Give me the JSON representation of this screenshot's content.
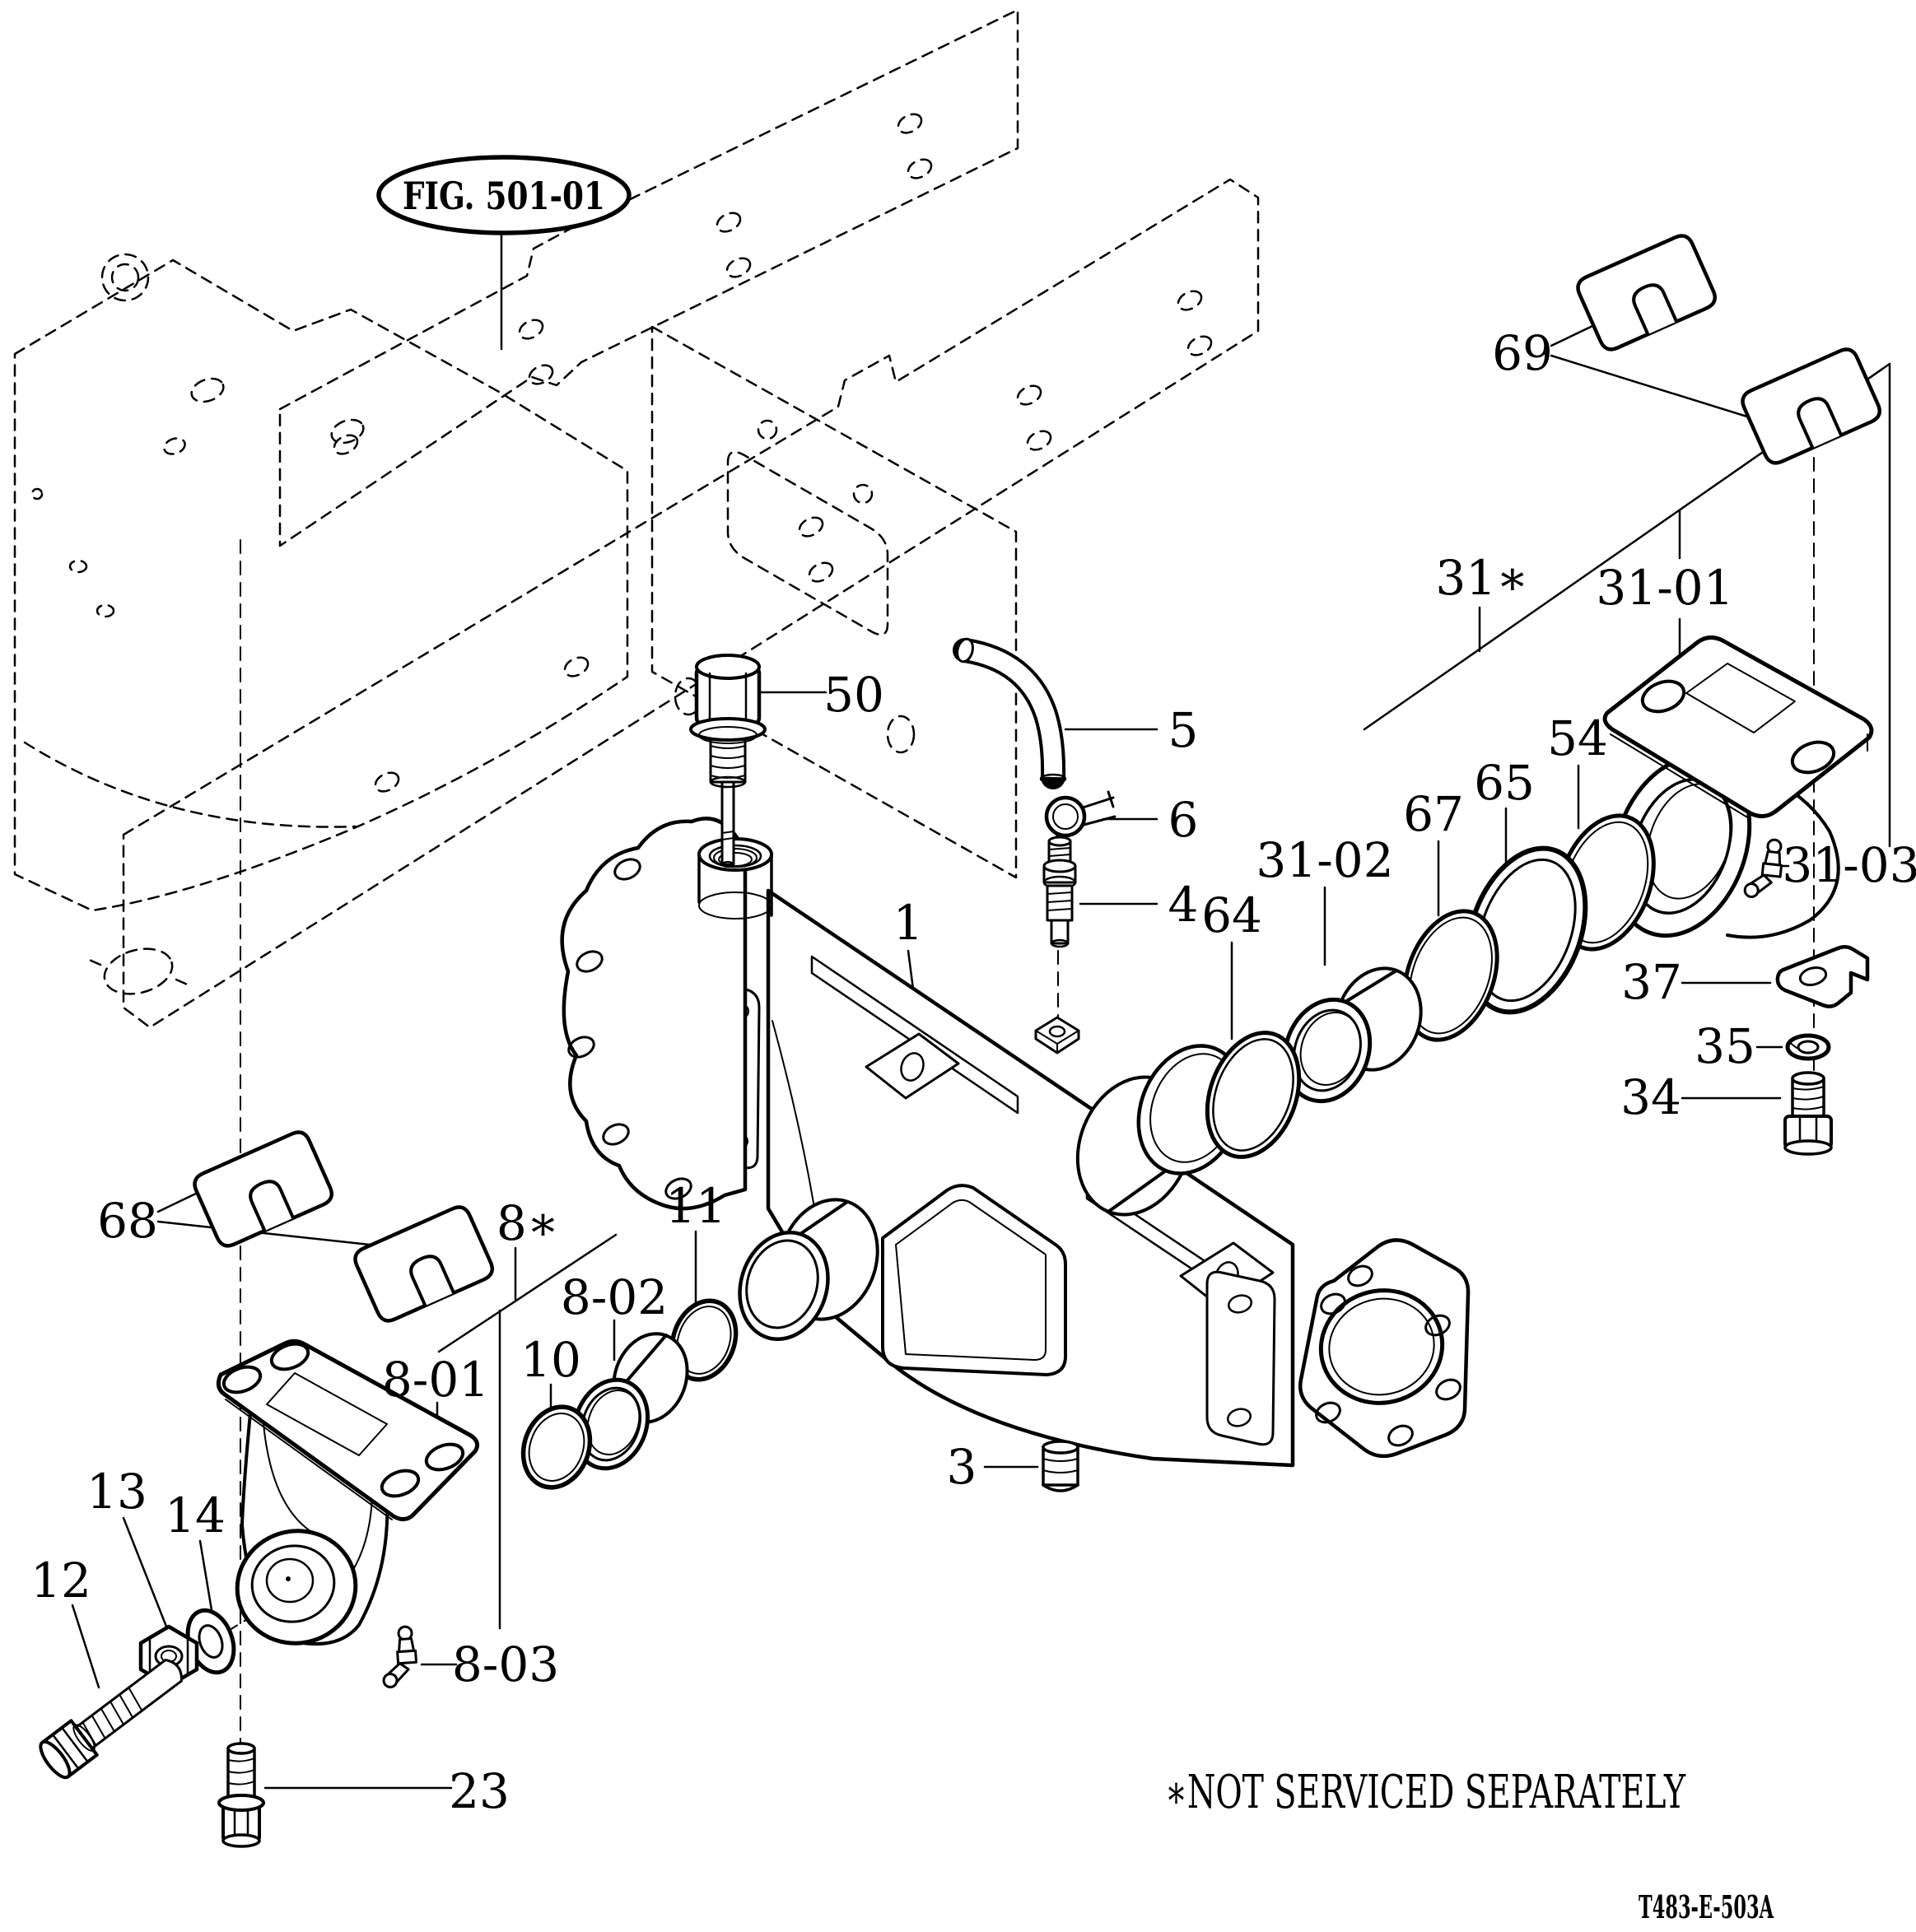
{
  "figure": {
    "reference": "FIG. 501-01",
    "note": "∗NOT SERVICED SEPARATELY",
    "drawing_number": "T483-E-503A"
  },
  "callouts": [
    {
      "text": "50"
    },
    {
      "text": "5"
    },
    {
      "text": "6"
    },
    {
      "text": "4"
    },
    {
      "text": "1"
    },
    {
      "text": "69"
    },
    {
      "text": "31∗"
    },
    {
      "text": "31-01"
    },
    {
      "text": "54"
    },
    {
      "text": "65"
    },
    {
      "text": "67"
    },
    {
      "text": "31-02"
    },
    {
      "text": "64"
    },
    {
      "text": "31-03"
    },
    {
      "text": "37"
    },
    {
      "text": "35"
    },
    {
      "text": "34"
    },
    {
      "text": "68"
    },
    {
      "text": "8∗"
    },
    {
      "text": "11"
    },
    {
      "text": "8-02"
    },
    {
      "text": "10"
    },
    {
      "text": "8-01"
    },
    {
      "text": "13"
    },
    {
      "text": "14"
    },
    {
      "text": "12"
    },
    {
      "text": "8-03"
    },
    {
      "text": "23"
    },
    {
      "text": "3"
    }
  ]
}
